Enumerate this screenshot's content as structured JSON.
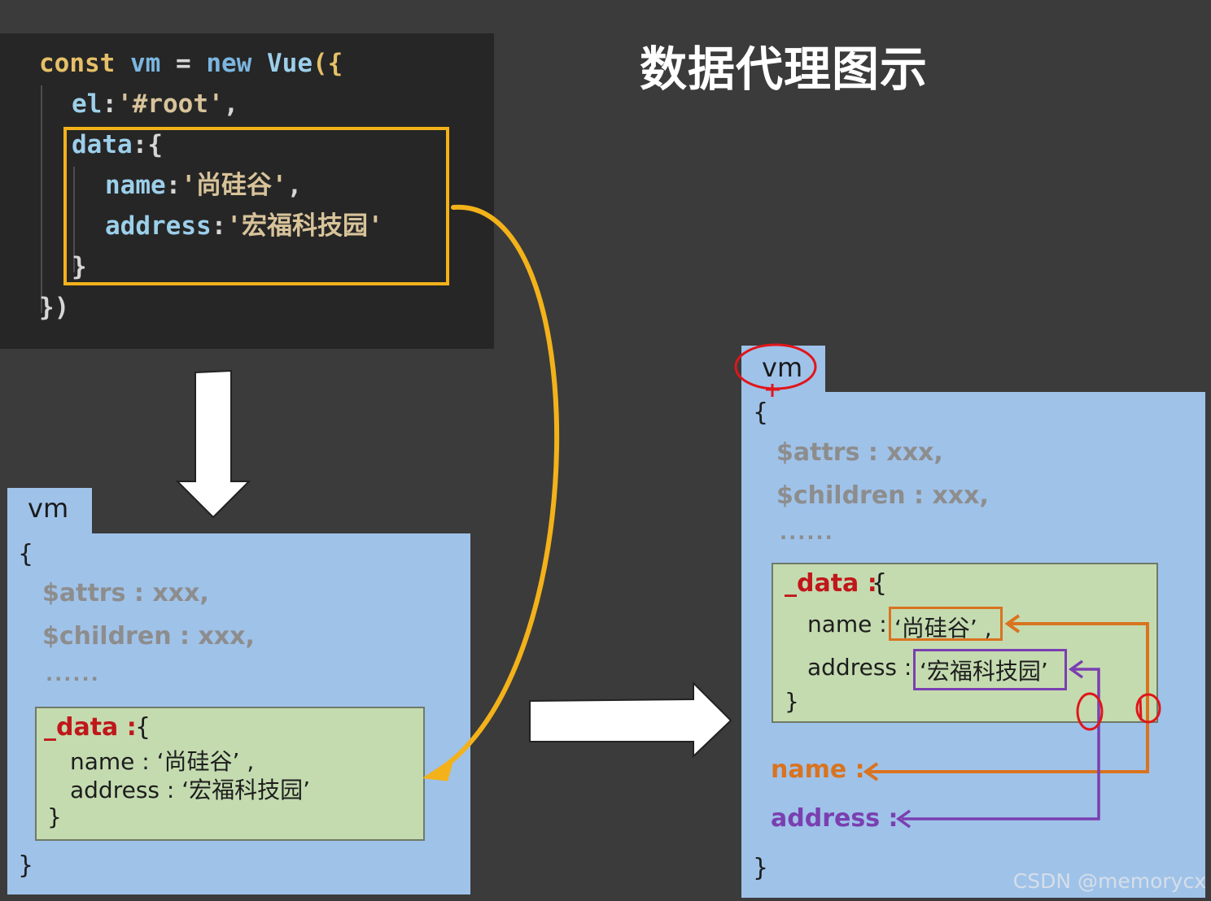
{
  "title": "数据代理图示",
  "code": {
    "line1": {
      "kw1": "const",
      "var1": "vm",
      "eq": "=",
      "kw2": "new",
      "cls": "Vue",
      "open": "({"
    },
    "line2": {
      "key": "el",
      "colon": ":",
      "value": "'#root'",
      "comma": ","
    },
    "line3": {
      "key": "data",
      "rest": ":{"
    },
    "line4": {
      "key": "name",
      "colon": ":",
      "value": "'尚硅谷'",
      "comma": ","
    },
    "line5": {
      "key": "address",
      "colon": ":",
      "value": "'宏福科技园'"
    },
    "line6": "}",
    "line7": "})"
  },
  "left_vm": {
    "tab": "vm",
    "open_brace": "{",
    "attrs": "$attrs : xxx,",
    "children": "$children : xxx,",
    "ellipsis": "......",
    "data_label": "_data :",
    "data_brace": "{",
    "name_line": "name : ‘尚硅谷’ ,",
    "address_line": "address : ‘宏福科技园’",
    "data_close": "}",
    "close_brace": "}"
  },
  "right_vm": {
    "tab": "vm",
    "open_brace": "{",
    "attrs": "$attrs : xxx,",
    "children": "$children : xxx,",
    "ellipsis": "......",
    "data_label": "_data :",
    "data_brace": "{",
    "name_key": "name :",
    "name_value": "‘尚硅谷’ ,",
    "address_key": "address :",
    "address_value": "‘宏福科技园’",
    "data_close": "}",
    "proxy_name": "name :",
    "proxy_address": "address :",
    "close_brace": "}"
  },
  "watermark": "CSDN @memorycx",
  "colors": {
    "background": "#3b3b3b",
    "code_bg": "#262626",
    "highlight_yellow": "#f3b21a",
    "vm_blue": "#9fc2e9",
    "data_green": "#c4dbb0",
    "name_orange": "#d9731f",
    "address_purple": "#7a3fb0",
    "annotation_red": "#e0161a"
  }
}
